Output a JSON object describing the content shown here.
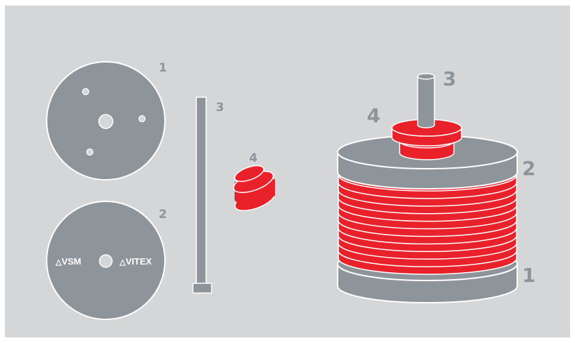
{
  "colors": {
    "background": "#d5d6d8",
    "part_fill": "#8d949a",
    "part_stroke": "#ffffff",
    "accent_red": "#e8212b",
    "label": "#8d949a"
  },
  "parts": {
    "part1": {
      "label": "1",
      "name": "bottom-plate",
      "icon": "disc-with-three-holes"
    },
    "part2": {
      "label": "2",
      "name": "top-plate",
      "logo_left": "VSM",
      "logo_right": "VITEX"
    },
    "part3": {
      "label": "3",
      "name": "center-rod"
    },
    "part4": {
      "label": "4",
      "name": "red-spool-clamp"
    }
  },
  "assembly": {
    "label_rod": "3",
    "label_clamp": "4",
    "label_top_plate": "2",
    "label_bottom_plate": "1",
    "red_disc_count": 11
  }
}
